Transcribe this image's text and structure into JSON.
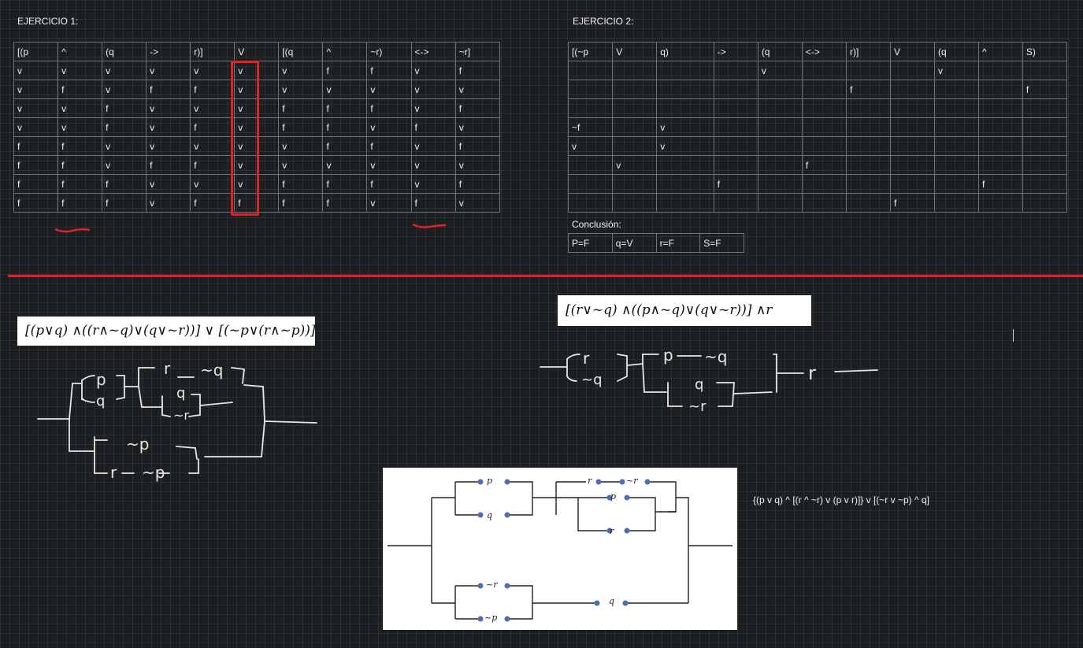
{
  "ex1": {
    "title": "EJERCICIO 1:",
    "rows": [
      [
        "[(p",
        "^",
        "(q",
        "->",
        "r)]",
        "V",
        "[(q",
        "^",
        "~r)",
        "<->",
        "~r]"
      ],
      [
        "v",
        "v",
        "v",
        "v",
        "v",
        "v",
        "v",
        "f",
        "f",
        "v",
        "f"
      ],
      [
        "v",
        "f",
        "v",
        "f",
        "f",
        "v",
        "v",
        "v",
        "v",
        "v",
        "v"
      ],
      [
        "v",
        "v",
        "f",
        "v",
        "v",
        "v",
        "f",
        "f",
        "f",
        "v",
        "f"
      ],
      [
        "v",
        "v",
        "f",
        "v",
        "f",
        "v",
        "f",
        "f",
        "v",
        "f",
        "v"
      ],
      [
        "f",
        "f",
        "v",
        "v",
        "v",
        "v",
        "v",
        "f",
        "f",
        "v",
        "f"
      ],
      [
        "f",
        "f",
        "v",
        "f",
        "f",
        "v",
        "v",
        "v",
        "v",
        "v",
        "v"
      ],
      [
        "f",
        "f",
        "f",
        "v",
        "v",
        "v",
        "f",
        "f",
        "f",
        "v",
        "f"
      ],
      [
        "f",
        "f",
        "f",
        "v",
        "f",
        "f",
        "f",
        "f",
        "v",
        "f",
        "v"
      ]
    ]
  },
  "ex2": {
    "title": "EJERCICIO 2:",
    "rows": [
      [
        "[(~p",
        "V",
        "q)",
        "->",
        "(q",
        "<->",
        "r)]",
        "V",
        "(q",
        "^",
        "S)"
      ],
      [
        "",
        "",
        "",
        "",
        "v",
        "",
        "",
        "",
        "v",
        "",
        ""
      ],
      [
        "",
        "",
        "",
        "",
        "",
        "",
        "f",
        "",
        "",
        "",
        "f"
      ],
      [
        "",
        "",
        "",
        "",
        "",
        "",
        "",
        "",
        "",
        "",
        ""
      ],
      [
        "~f",
        "",
        "v",
        "",
        "",
        "",
        "",
        "",
        "",
        "",
        ""
      ],
      [
        "v",
        "",
        "v",
        "",
        "",
        "",
        "",
        "",
        "",
        "",
        ""
      ],
      [
        "",
        "v",
        "",
        "",
        "",
        "f",
        "",
        "",
        "",
        "",
        ""
      ],
      [
        "",
        "",
        "",
        "f",
        "",
        "",
        "",
        "",
        "",
        "f",
        ""
      ],
      [
        "",
        "",
        "",
        "",
        "",
        "",
        "",
        "f",
        "",
        "",
        ""
      ]
    ],
    "conclusion_label": "Conclusión:",
    "conclusion": [
      "P=F",
      "q=V",
      "r=F",
      "S=F"
    ]
  },
  "formula_left": "[(p∨q) ∧((r∧~q)∨(q∨~r))] ∨ [(~p∨(r∧~p))]",
  "formula_right": "[(r∨~q) ∧((p∧~q)∨(q∨~r))] ∧r",
  "formula_text": "{(p v q) ^ [(r ^ ~r) v (p v r)]} v [(~r v ~p) ^ q]",
  "hand_left": [
    "p",
    "q",
    "r",
    "~q",
    "q",
    "~r",
    "~p",
    "r",
    "~p"
  ],
  "hand_right": [
    "r",
    "~q",
    "p",
    "~q",
    "q",
    "~r",
    "r"
  ],
  "circuit_labels": [
    "p",
    "q",
    "r",
    "~r",
    "p",
    "r",
    "~r",
    "~p",
    "q"
  ],
  "colors": {
    "accent_red": "#e0202a",
    "background": "#1c1e20"
  }
}
